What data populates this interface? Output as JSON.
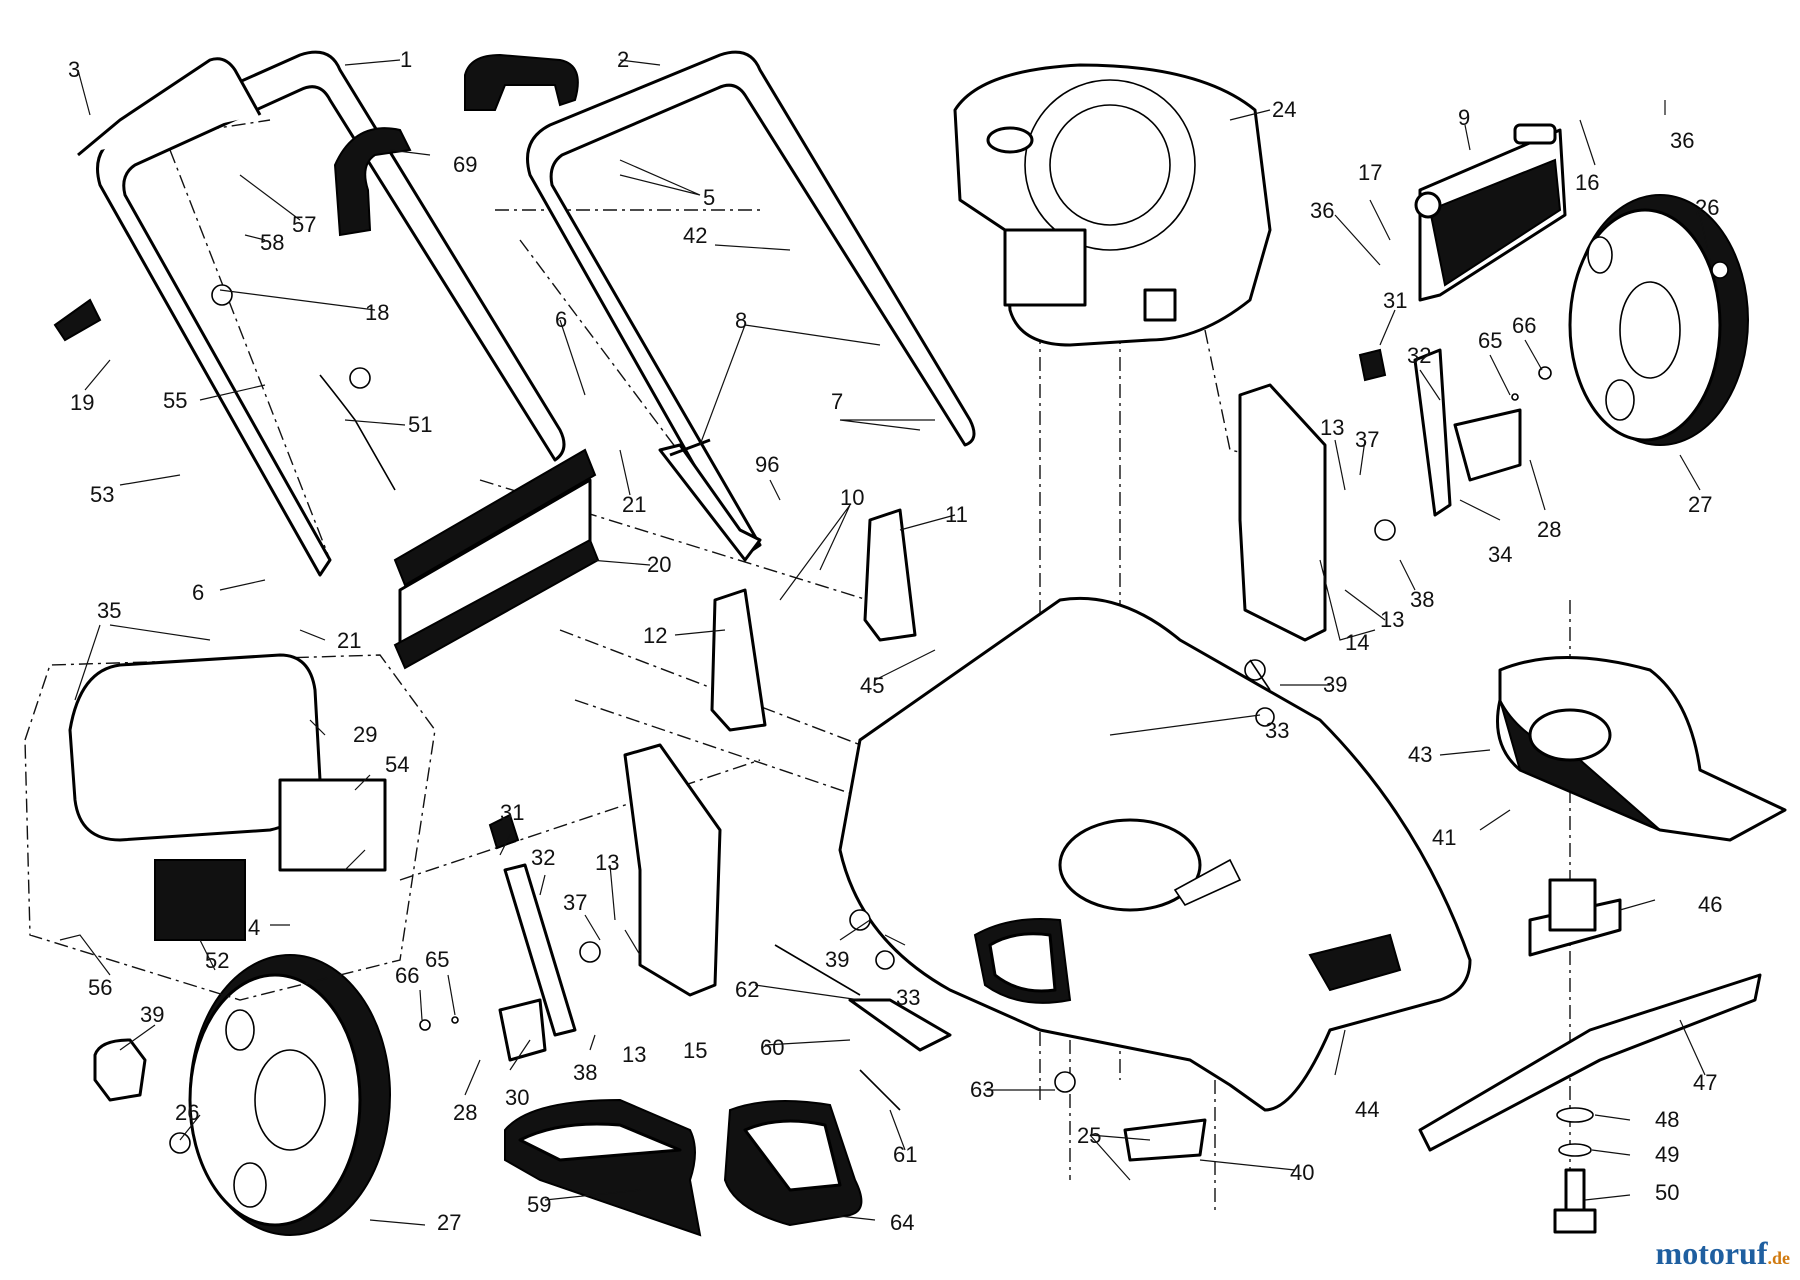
{
  "watermark": {
    "brand": "motoruf",
    "tld": ".de",
    "brand_color": "#1f5fa0",
    "tld_color": "#d07a10"
  },
  "callouts": [
    {
      "label": "1"
    },
    {
      "label": "2"
    },
    {
      "label": "3"
    },
    {
      "label": "4"
    },
    {
      "label": "5"
    },
    {
      "label": "6"
    },
    {
      "label": "6"
    },
    {
      "label": "7"
    },
    {
      "label": "8"
    },
    {
      "label": "9"
    },
    {
      "label": "10"
    },
    {
      "label": "11"
    },
    {
      "label": "12"
    },
    {
      "label": "13"
    },
    {
      "label": "13"
    },
    {
      "label": "13"
    },
    {
      "label": "13"
    },
    {
      "label": "14"
    },
    {
      "label": "15"
    },
    {
      "label": "16"
    },
    {
      "label": "17"
    },
    {
      "label": "18"
    },
    {
      "label": "19"
    },
    {
      "label": "20"
    },
    {
      "label": "21"
    },
    {
      "label": "21"
    },
    {
      "label": "24"
    },
    {
      "label": "25"
    },
    {
      "label": "26"
    },
    {
      "label": "26"
    },
    {
      "label": "27"
    },
    {
      "label": "27"
    },
    {
      "label": "28"
    },
    {
      "label": "28"
    },
    {
      "label": "29"
    },
    {
      "label": "30"
    },
    {
      "label": "31"
    },
    {
      "label": "31"
    },
    {
      "label": "32"
    },
    {
      "label": "32"
    },
    {
      "label": "33"
    },
    {
      "label": "33"
    },
    {
      "label": "34"
    },
    {
      "label": "35"
    },
    {
      "label": "36"
    },
    {
      "label": "36"
    },
    {
      "label": "37"
    },
    {
      "label": "37"
    },
    {
      "label": "38"
    },
    {
      "label": "38"
    },
    {
      "label": "39"
    },
    {
      "label": "39"
    },
    {
      "label": "39"
    },
    {
      "label": "40"
    },
    {
      "label": "41"
    },
    {
      "label": "42"
    },
    {
      "label": "43"
    },
    {
      "label": "44"
    },
    {
      "label": "45"
    },
    {
      "label": "46"
    },
    {
      "label": "47"
    },
    {
      "label": "48"
    },
    {
      "label": "49"
    },
    {
      "label": "50"
    },
    {
      "label": "51"
    },
    {
      "label": "52"
    },
    {
      "label": "53"
    },
    {
      "label": "54"
    },
    {
      "label": "55"
    },
    {
      "label": "56"
    },
    {
      "label": "57"
    },
    {
      "label": "58"
    },
    {
      "label": "59"
    },
    {
      "label": "60"
    },
    {
      "label": "61"
    },
    {
      "label": "62"
    },
    {
      "label": "63"
    },
    {
      "label": "64"
    },
    {
      "label": "65"
    },
    {
      "label": "65"
    },
    {
      "label": "66"
    },
    {
      "label": "66"
    },
    {
      "label": "69"
    },
    {
      "label": "96"
    }
  ]
}
